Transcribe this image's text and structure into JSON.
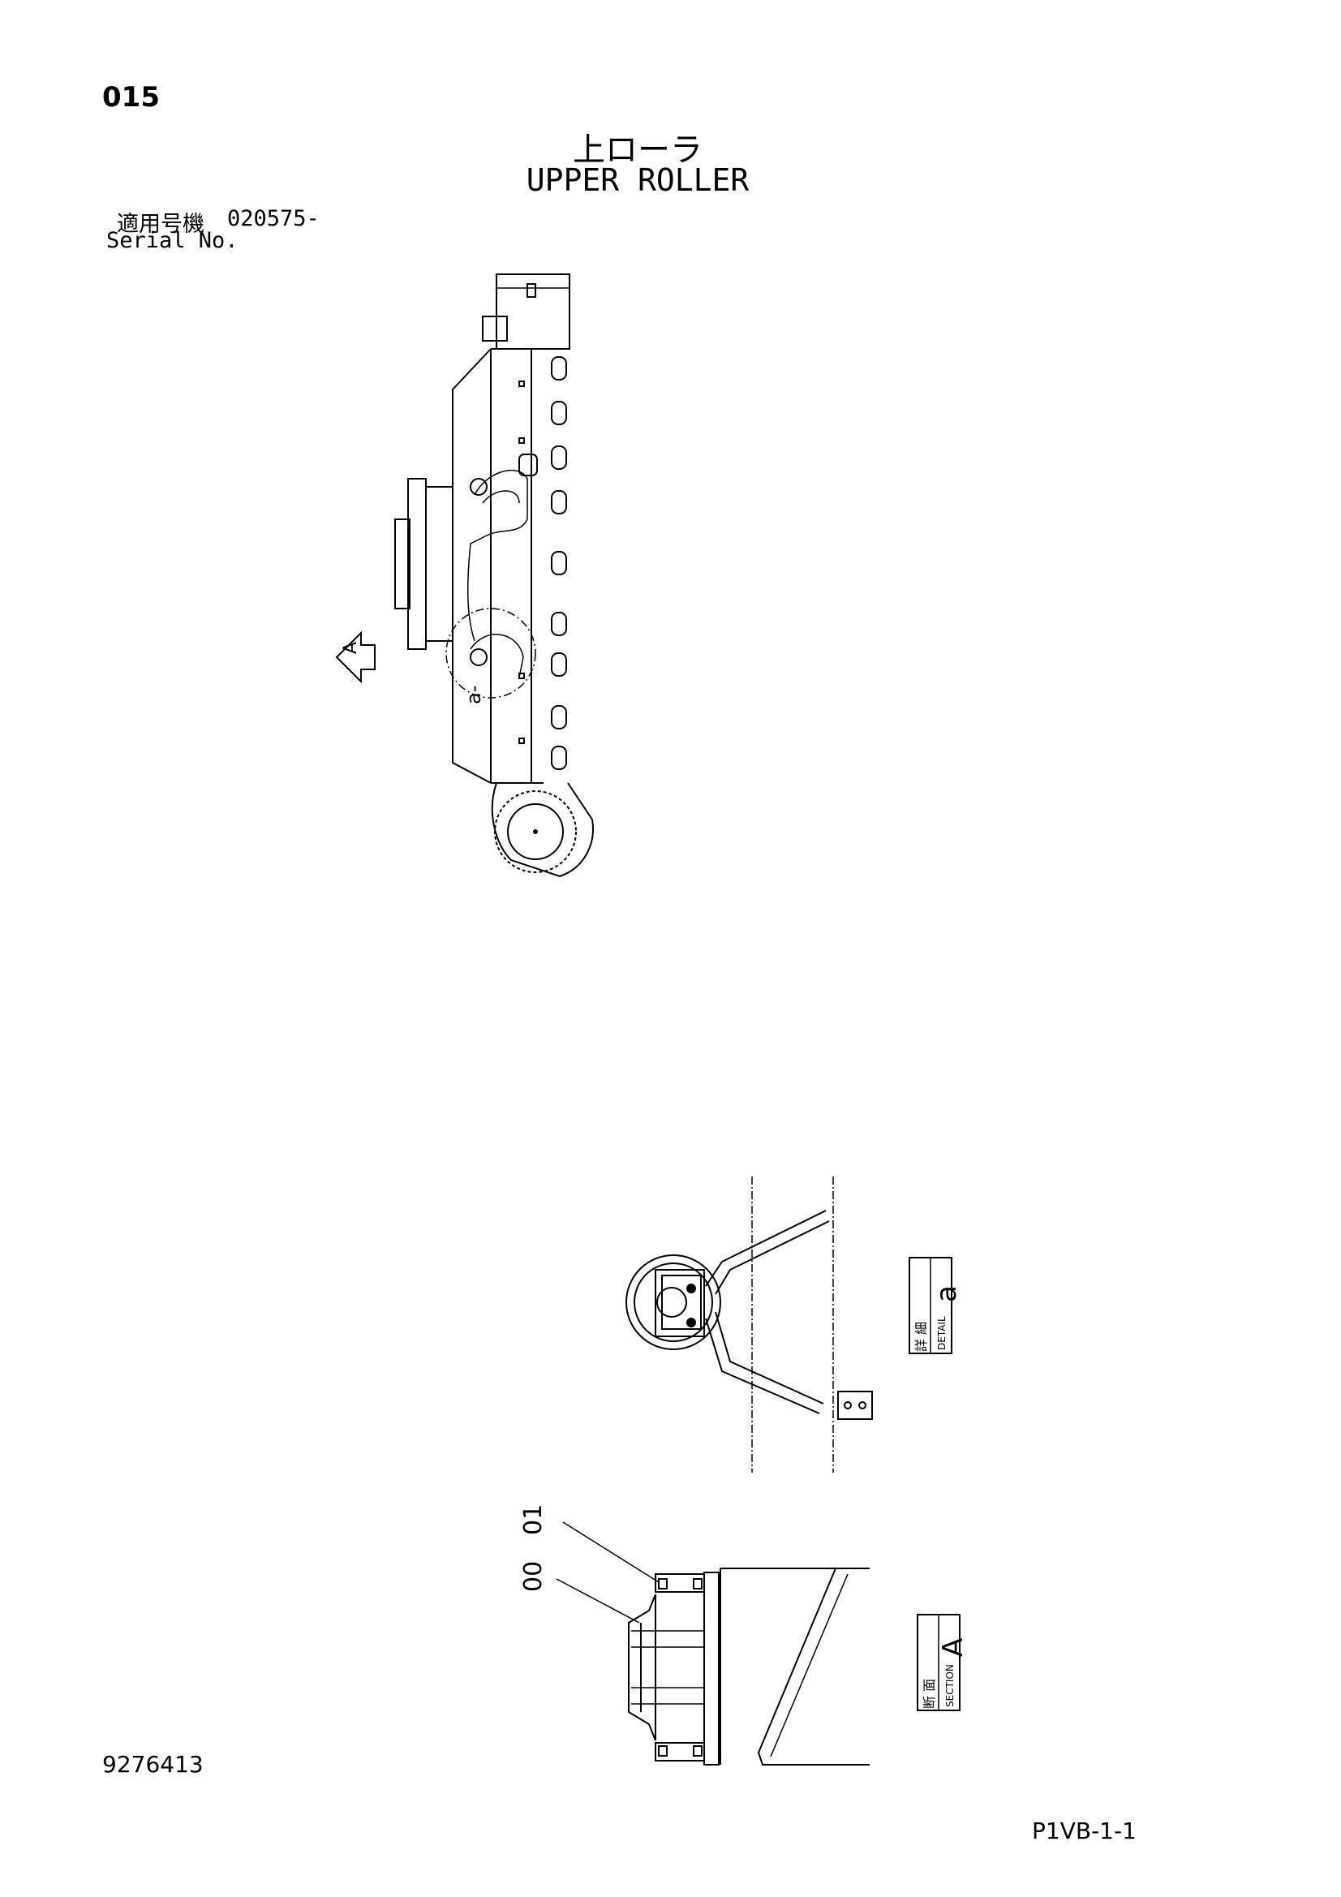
{
  "header": {
    "page_number": "015",
    "title_jp": "上ローラ",
    "title_en": "UPPER ROLLER",
    "serial_label_jp": "適用号機",
    "serial_value": "020575-",
    "serial_label_en": "Serial No."
  },
  "views": {
    "view_arrow_letter": "A",
    "detail_circle_label": "a-",
    "detail_box": {
      "letter": "a",
      "label_jp": "詳 細",
      "label_en": "DETAIL"
    },
    "section_box": {
      "letter": "A",
      "label_jp": "断 面",
      "label_en": "SECTION"
    },
    "part_callouts": [
      "01",
      "00"
    ]
  },
  "footer": {
    "document_number": "9276413",
    "page_code": "P1VB-1-1"
  }
}
